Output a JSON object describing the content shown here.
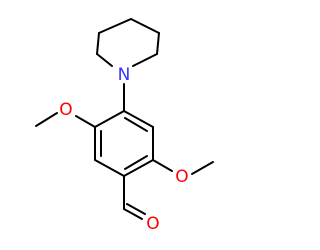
{
  "molecule": {
    "atoms": {
      "nitrogen": {
        "label": "N",
        "color": "#3333ff"
      },
      "oxygen_methoxy_left": {
        "label": "O",
        "color": "#ff0000"
      },
      "oxygen_methoxy_right": {
        "label": "O",
        "color": "#ff0000"
      },
      "oxygen_aldehyde": {
        "label": "O",
        "color": "#ff0000"
      }
    },
    "bond_color": "#000000"
  }
}
